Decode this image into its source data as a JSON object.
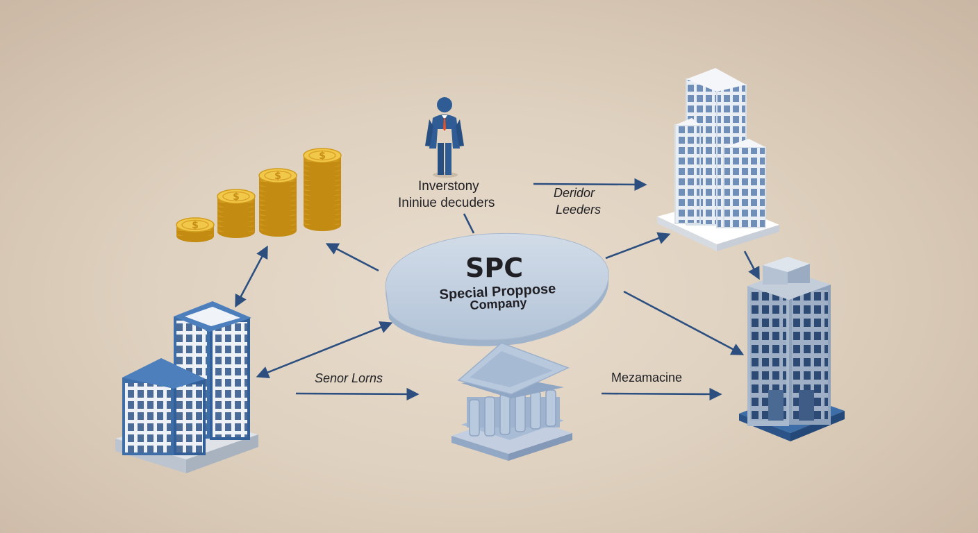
{
  "center": {
    "title": "SPC",
    "line1": "Special Proppose",
    "line2": "Company"
  },
  "labels": {
    "investors_line1": "Inverstony",
    "investors_line2": "Ininiue decuders",
    "lenders_line1": "Deridor",
    "lenders_line2": "Leeders",
    "senior_loans": "Senor Lorns",
    "mezzanine": "Mezamacine"
  },
  "colors": {
    "background": "#dfd1bf",
    "arrow": "#2c4f80",
    "spc_disc": "#bccbdc",
    "building_blue": "#3e6ea8",
    "building_light": "#aebed3",
    "coin_gold": "#e2b23c",
    "suit_blue": "#2f5c94"
  },
  "icons": [
    "coin-stacks-icon",
    "businessman-icon",
    "skyscraper-icon",
    "office-building-icon",
    "bank-icon",
    "tower-building-icon"
  ]
}
